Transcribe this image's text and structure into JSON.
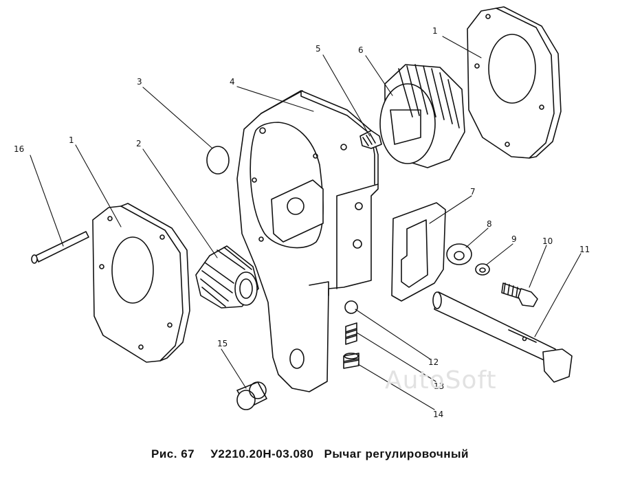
{
  "caption": {
    "figure": "Рис. 67",
    "code": "У2210.20Н-03.080",
    "title": "Рычаг регулировочный"
  },
  "watermark": "AutoSoft",
  "callouts": [
    "1",
    "1",
    "2",
    "3",
    "4",
    "5",
    "6",
    "7",
    "8",
    "9",
    "10",
    "11",
    "12",
    "13",
    "14",
    "15",
    "16"
  ]
}
